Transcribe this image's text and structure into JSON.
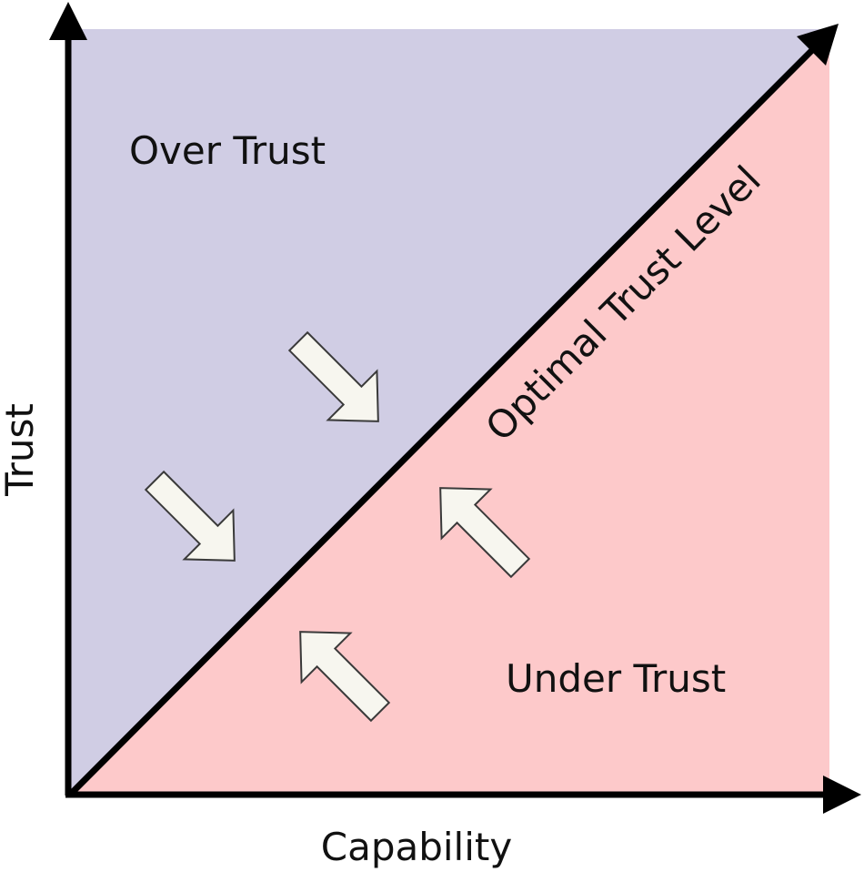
{
  "labels": {
    "over_trust": "Over Trust",
    "under_trust": "Under Trust",
    "optimal": "Optimal Trust Level",
    "x_axis": "Capability",
    "y_axis": "Trust"
  },
  "colors": {
    "over_region": "#d0cde4",
    "under_region": "#fdc9ca",
    "axis": "#000000",
    "arrow_fill": "#f7f6ef",
    "arrow_stroke": "#3a3a3a"
  },
  "icons": {
    "axis_head": "arrowhead-icon",
    "adjust_arrow": "block-arrow-icon"
  }
}
